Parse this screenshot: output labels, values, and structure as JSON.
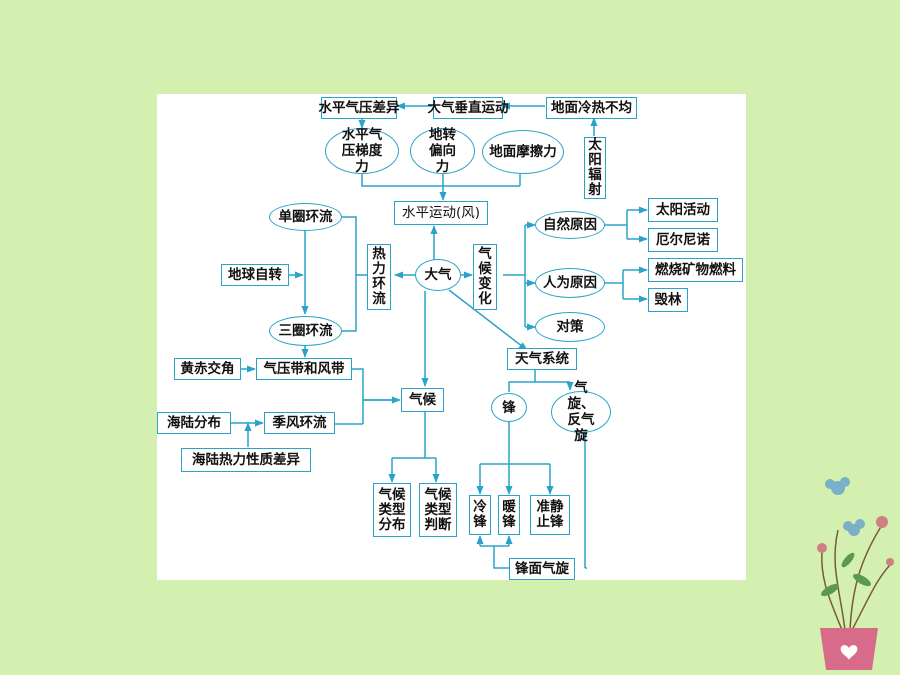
{
  "colors": {
    "background": "#d4f0b0",
    "canvas": "#ffffff",
    "line": "#29a4c8"
  },
  "nodes": {
    "shuiping_qiya_chayi": "水平气压差异",
    "daqi_chuizhi_yundong": "大气垂直运动",
    "dimian_lengre_bujun": "地面冷热不均",
    "taiyang_fushe": "太阳辐射",
    "shuiping_qiya_tidu_li": "水平气压梯度力",
    "dizhuan_pianxiang_li": "地转偏向力",
    "dimian_mocali": "地面摩擦力",
    "shuiping_yundong": "水平运动(风)",
    "dan_quan_huanliu": "单圈环流",
    "reli_huanliu": "热力环流",
    "daqi": "大气",
    "qihou_bianhua": "气候变化",
    "ziran_yuanyin": "自然原因",
    "taiyang_huodong": "太阳活动",
    "eernino": "厄尔尼诺",
    "diqiu_zizhuan": "地球自转",
    "renwei_yuanyin": "人为原因",
    "ranshao_kuangwu_ranliao": "燃烧矿物燃料",
    "huilin": "毁林",
    "san_quan_huanliu": "三圈环流",
    "duice": "对策",
    "huangchi_jiaojiao": "黄赤交角",
    "qiyadai_he_fengdai": "气压带和风带",
    "tianqi_xitong": "天气系统",
    "qihou": "气候",
    "feng": "锋",
    "qixuan_fanqixuan": "气旋、反气旋",
    "hailu_fenbu": "海陆分布",
    "jifeng_huanliu": "季风环流",
    "hailu_rexingzhi_chayi": "海陆热力性质差异",
    "qihou_leixing_fenbu": "气候类型分布",
    "qihou_leixing_panduan": "气候类型判断",
    "lengfeng": "冷锋",
    "nuanfeng": "暖锋",
    "zhunjingzhifeng": "准静止锋",
    "fengmian_qixuan": "锋面气旋"
  }
}
